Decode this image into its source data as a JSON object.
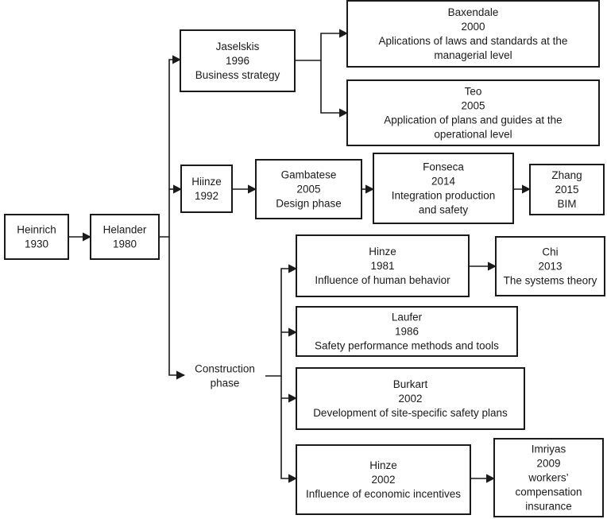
{
  "nodes": [
    {
      "id": "heinrich",
      "lines": [
        "Heinrich",
        "1930"
      ],
      "boxed": true
    },
    {
      "id": "helander",
      "lines": [
        "Helander",
        "1980"
      ],
      "boxed": true
    },
    {
      "id": "jaselskis",
      "lines": [
        "Jaselskis",
        "1996",
        "Business strategy"
      ],
      "boxed": true
    },
    {
      "id": "baxendale",
      "lines": [
        "Baxendale",
        "2000",
        "Aplications of laws and standards at the",
        "managerial level"
      ],
      "boxed": true
    },
    {
      "id": "teo",
      "lines": [
        "Teo",
        "2005",
        "Application of plans and guides at the",
        "operational level"
      ],
      "boxed": true
    },
    {
      "id": "hiinze",
      "lines": [
        "Hiinze",
        "1992"
      ],
      "boxed": true
    },
    {
      "id": "gambatese",
      "lines": [
        "Gambatese",
        "2005",
        "Design phase"
      ],
      "boxed": true
    },
    {
      "id": "fonseca",
      "lines": [
        "Fonseca",
        "2014",
        "Integration production",
        "and safety"
      ],
      "boxed": true
    },
    {
      "id": "zhang",
      "lines": [
        "Zhang",
        "2015",
        "BIM"
      ],
      "boxed": true
    },
    {
      "id": "construction",
      "lines": [
        "Construction",
        "phase"
      ],
      "boxed": false
    },
    {
      "id": "hinze1981",
      "lines": [
        "Hinze",
        "1981",
        "Influence of human behavior"
      ],
      "boxed": true
    },
    {
      "id": "chi",
      "lines": [
        "Chi",
        "2013",
        "The systems theory"
      ],
      "boxed": true
    },
    {
      "id": "laufer",
      "lines": [
        "Laufer",
        "1986",
        "Safety performance methods and tools"
      ],
      "boxed": true
    },
    {
      "id": "burkart",
      "lines": [
        "Burkart",
        "2002",
        "Development of site-specific safety plans"
      ],
      "boxed": true
    },
    {
      "id": "hinze2002",
      "lines": [
        "Hinze",
        "2002",
        "Influence of economic incentives"
      ],
      "boxed": true
    },
    {
      "id": "imriyas",
      "lines": [
        "Imriyas",
        "2009",
        "workers’",
        "compensation",
        "insurance"
      ],
      "boxed": true
    }
  ],
  "edges": [
    {
      "from": "heinrich",
      "to": "helander"
    },
    {
      "from": "helander",
      "to": "jaselskis"
    },
    {
      "from": "helander",
      "to": "hiinze"
    },
    {
      "from": "helander",
      "to": "construction"
    },
    {
      "from": "jaselskis",
      "to": "baxendale"
    },
    {
      "from": "jaselskis",
      "to": "teo"
    },
    {
      "from": "hiinze",
      "to": "gambatese"
    },
    {
      "from": "gambatese",
      "to": "fonseca"
    },
    {
      "from": "fonseca",
      "to": "zhang"
    },
    {
      "from": "construction",
      "to": "hinze1981"
    },
    {
      "from": "construction",
      "to": "laufer"
    },
    {
      "from": "construction",
      "to": "burkart"
    },
    {
      "from": "construction",
      "to": "hinze2002"
    },
    {
      "from": "hinze1981",
      "to": "chi"
    },
    {
      "from": "hinze2002",
      "to": "imriyas"
    }
  ]
}
